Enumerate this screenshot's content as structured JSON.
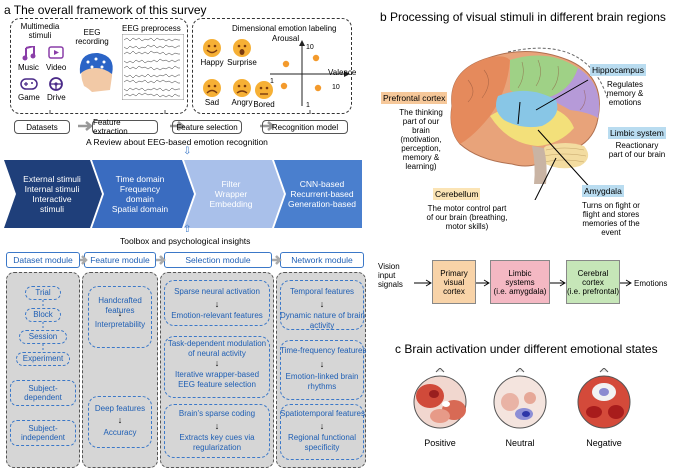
{
  "panel_a": {
    "title": "a The overall framework of this survey",
    "multimedia": "Multimedia\nstimuli",
    "music": "Music",
    "video": "Video",
    "game": "Game",
    "drive": "Drive",
    "eeg_recording": "EEG\nrecording",
    "eeg_preprocess": "EEG preprocess",
    "dimensional": "Dimensional emotion labeling",
    "emotions": [
      "Happy",
      "Surprise",
      "Sad",
      "Angry",
      "Bored"
    ],
    "arousal": "Arousal",
    "valence": "Valence",
    "axis_10_top": "10",
    "axis_10_right": "10",
    "axis_1_left": "1",
    "axis_1_bottom": "1",
    "pipeline": [
      "Datasets",
      "Feature extraction",
      "Feature selection",
      "Recognition model"
    ],
    "review_caption": "A Review about EEG-based emotion recognition",
    "chevrons": [
      "External stimuli\nInternal stimuli\nInteractive\nstimuli",
      "Time domain\nFrequency\ndomain\nSpatial domain",
      "Filter\nWrapper\nEmbedding",
      "CNN-based\nRecurrent-based\nGeneration-based"
    ],
    "toolbox": "Toolbox and psychological insights",
    "modules": [
      "Dataset module",
      "Feature module",
      "Selection module",
      "Network module"
    ],
    "dataset_items": [
      "Trial",
      "Block",
      "Session",
      "Experiment",
      "Subject-\ndependent",
      "Subject-\nindependent"
    ],
    "feature_items": [
      "Handcrafted\nfeatures",
      "Interpretability",
      "Deep features",
      "Accuracy"
    ],
    "selection_items": [
      "Sparse neural activation",
      "Emotion-relevant features",
      "Task-dependent modulation\nof neural activity",
      "Iterative wrapper-based\nEEG feature selection",
      "Brain's sparse coding",
      "Extracts key cues via\nregularization"
    ],
    "network_items": [
      "Temporal features",
      "Dynamic nature of brain\nactivity",
      "Time-frequency features",
      "Emotion-linked brain\nrhythms",
      "Spatiotemporal features",
      "Regional functional\nspecificity"
    ]
  },
  "panel_b": {
    "title": "b Processing of visual stimuli in different brain regions",
    "hippocampus": "Hippocampus",
    "hippocampus_desc": "Regulates\nmemory &\nemotions",
    "prefrontal": "Prefrontal cortex",
    "prefrontal_desc": "The thinking\npart of our\nbrain\n(motivation,\nperception,\nmemory &\nlearning)",
    "limbic": "Limbic system",
    "limbic_desc": "Reactionary\npart of our brain",
    "cerebellum": "Cerebellum",
    "cerebellum_desc": "The motor control part\nof our brain (breathing,\nmotor skills)",
    "amygdala": "Amygdala",
    "amygdala_desc": "Turns on fight or\nflight and stores\nmemories of the\nevent",
    "flow_input": "Vision\ninput\nsignals",
    "flow_boxes": [
      "Primary\nvisual\ncortex",
      "Limbic\nsystems\n(i.e. amygdala)",
      "Cerebral\ncortex\n(i.e. prefrontal)"
    ],
    "flow_output": "Emotions",
    "colors": {
      "prefrontal": "#f6c89a",
      "hippocampus": "#b9dcf0",
      "cerebellum": "#fbe4b5",
      "amygdala": "#b9dcf0",
      "limbic": "#b9dcf0",
      "flow1": "#f8d3a8",
      "flow2": "#f4b8c3",
      "flow3": "#c6e6b8"
    }
  },
  "panel_c": {
    "title": "c Brain activation under different emotional states",
    "states": [
      "Positive",
      "Neutral",
      "Negative"
    ]
  }
}
